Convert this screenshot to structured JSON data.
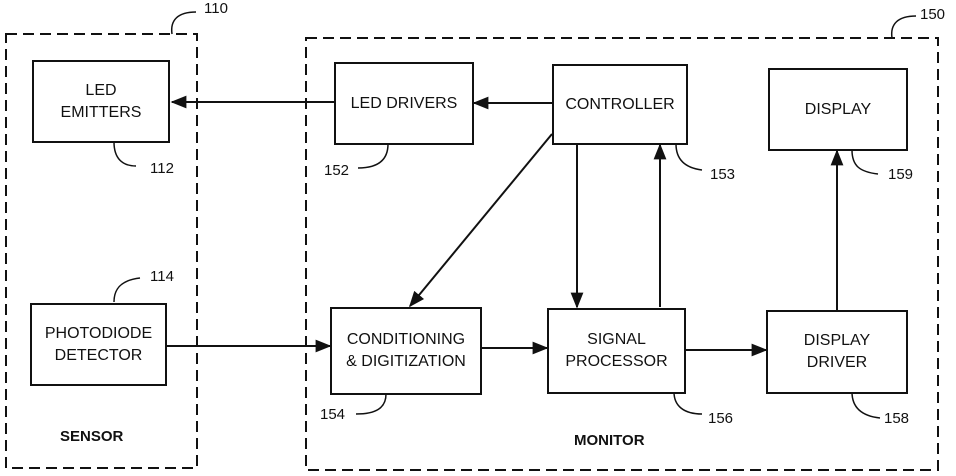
{
  "groups": {
    "sensor": {
      "ref": "110",
      "label": "SENSOR"
    },
    "monitor": {
      "ref": "150",
      "label": "MONITOR"
    }
  },
  "blocks": {
    "led_emitters": {
      "label": "LED\nEMITTERS",
      "ref": "112"
    },
    "photodiode_detector": {
      "label": "PHOTODIODE\nDETECTOR",
      "ref": "114"
    },
    "led_drivers": {
      "label": "LED DRIVERS",
      "ref": "152"
    },
    "controller": {
      "label": "CONTROLLER",
      "ref": "153"
    },
    "display": {
      "label": "DISPLAY",
      "ref": "159"
    },
    "conditioning": {
      "label": "CONDITIONING\n& DIGITIZATION",
      "ref": "154"
    },
    "signal_processor": {
      "label": "SIGNAL\nPROCESSOR",
      "ref": "156"
    },
    "display_driver": {
      "label": "DISPLAY\nDRIVER",
      "ref": "158"
    }
  }
}
